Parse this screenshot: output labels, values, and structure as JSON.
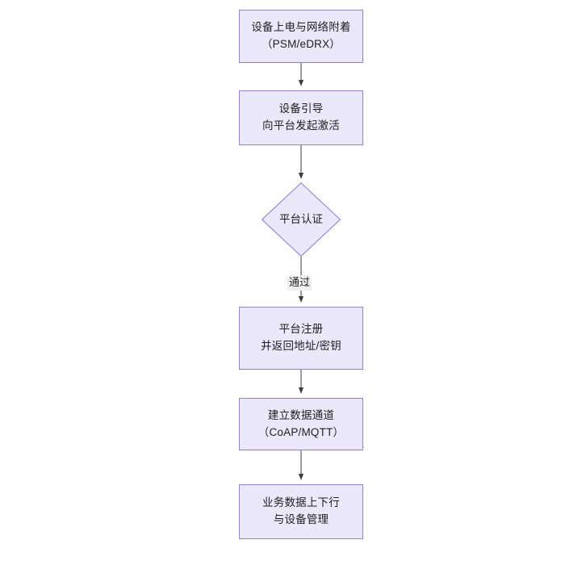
{
  "diagram": {
    "type": "flowchart",
    "orientation": "top-to-bottom",
    "background_color": "#ffffff",
    "node_fill_color": "#e9e9fb",
    "node_border_color": "#9a7fd1",
    "edge_color": "#4d4d4d",
    "text_color": "#1f1f1f",
    "nodes": [
      {
        "id": "n1",
        "shape": "rectangle",
        "label": "设备上电与网络附着\n（PSM/eDRX）",
        "line1": "设备上电与网络附着",
        "line2": "（PSM/eDRX）"
      },
      {
        "id": "n2",
        "shape": "rectangle",
        "label": "设备引导\n向平台发起激活",
        "line1": "设备引导",
        "line2": "向平台发起激活"
      },
      {
        "id": "n3",
        "shape": "diamond",
        "label": "平台认证",
        "line1": "平台认证",
        "line2": ""
      },
      {
        "id": "n4",
        "shape": "rectangle",
        "label": "平台注册\n并返回地址/密钥",
        "line1": "平台注册",
        "line2": "并返回地址/密钥"
      },
      {
        "id": "n5",
        "shape": "rectangle",
        "label": "建立数据通道\n（CoAP/MQTT）",
        "line1": "建立数据通道",
        "line2": "（CoAP/MQTT）"
      },
      {
        "id": "n6",
        "shape": "rectangle",
        "label": "业务数据上下行\n与设备管理",
        "line1": "业务数据上下行",
        "line2": "与设备管理"
      }
    ],
    "edges": [
      {
        "id": "e1",
        "from": "n1",
        "to": "n2",
        "label": ""
      },
      {
        "id": "e2",
        "from": "n2",
        "to": "n3",
        "label": ""
      },
      {
        "id": "e3",
        "from": "n3",
        "to": "n4",
        "label": "通过"
      },
      {
        "id": "e4",
        "from": "n4",
        "to": "n5",
        "label": ""
      },
      {
        "id": "e5",
        "from": "n5",
        "to": "n6",
        "label": ""
      }
    ]
  }
}
